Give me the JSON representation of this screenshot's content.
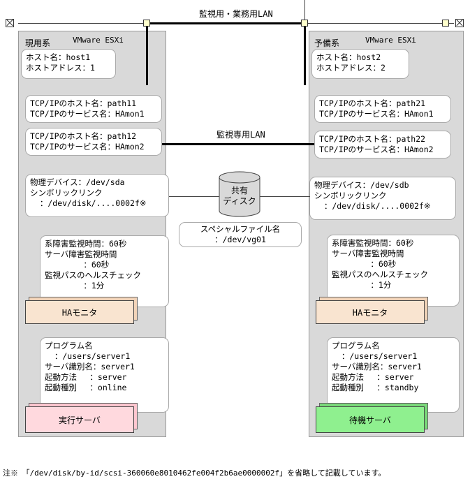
{
  "network": {
    "top_lan": "監視用・業務用LAN",
    "dedicated_lan": "監視専用LAN"
  },
  "shared_disk": {
    "label": "共有\nディスク",
    "special_file": "スペシャルファイル名\n：/dev/vg01"
  },
  "active": {
    "title": "現用系",
    "esxi": "VMware ESXi",
    "host": "ホスト名：host1\nホストアドレス：1",
    "path1": "TCP/IPのホスト名：path11\nTCP/IPのサービス名：HAmon1",
    "path2": "TCP/IPのホスト名：path12\nTCP/IPのサービス名：HAmon2",
    "device": "物理デバイス：/dev/sda\nシンボリックリンク\n  ：/dev/disk/....0002f※",
    "monitor": "系障害監視時間：60秒\nサーバ障害監視時間\n        ：60秒\n監視パスのヘルスチェック\n        ：1分",
    "hamonitor": "HAモニタ",
    "program": "プログラム名\n  ：/users/server1\nサーバ識別名：server1\n起動方法　 ：server\n起動種別　 ：online",
    "server": "実行サーバ"
  },
  "standby": {
    "title": "予備系",
    "esxi": "VMware ESXi",
    "host": "ホスト名：host2\nホストアドレス：2",
    "path1": "TCP/IPのホスト名：path21\nTCP/IPのサービス名：HAmon1",
    "path2": "TCP/IPのホスト名：path22\nTCP/IPのサービス名：HAmon2",
    "device": "物理デバイス：/dev/sdb\nシンボリックリンク\n  ：/dev/disk/....0002f※",
    "monitor": "系障害監視時間：60秒\nサーバ障害監視時間\n        ：60秒\n監視パスのヘルスチェック\n        ：1分",
    "hamonitor": "HAモニタ",
    "program": "プログラム名\n  ：/users/server1\nサーバ識別名：server1\n起動方法　 ：server\n起動種別　 ：standby",
    "server": "待機サーバ"
  },
  "footnote": "注※　「/dev/disk/by-id/scsi-360060e8010462fe004f2b6ae0000002f」を省略して記載しています。",
  "colors": {
    "hamonitor": "#f9e4d0",
    "active_server": "#ffd9de",
    "standby_server": "#8ff08f",
    "node": "#ffffcc"
  }
}
